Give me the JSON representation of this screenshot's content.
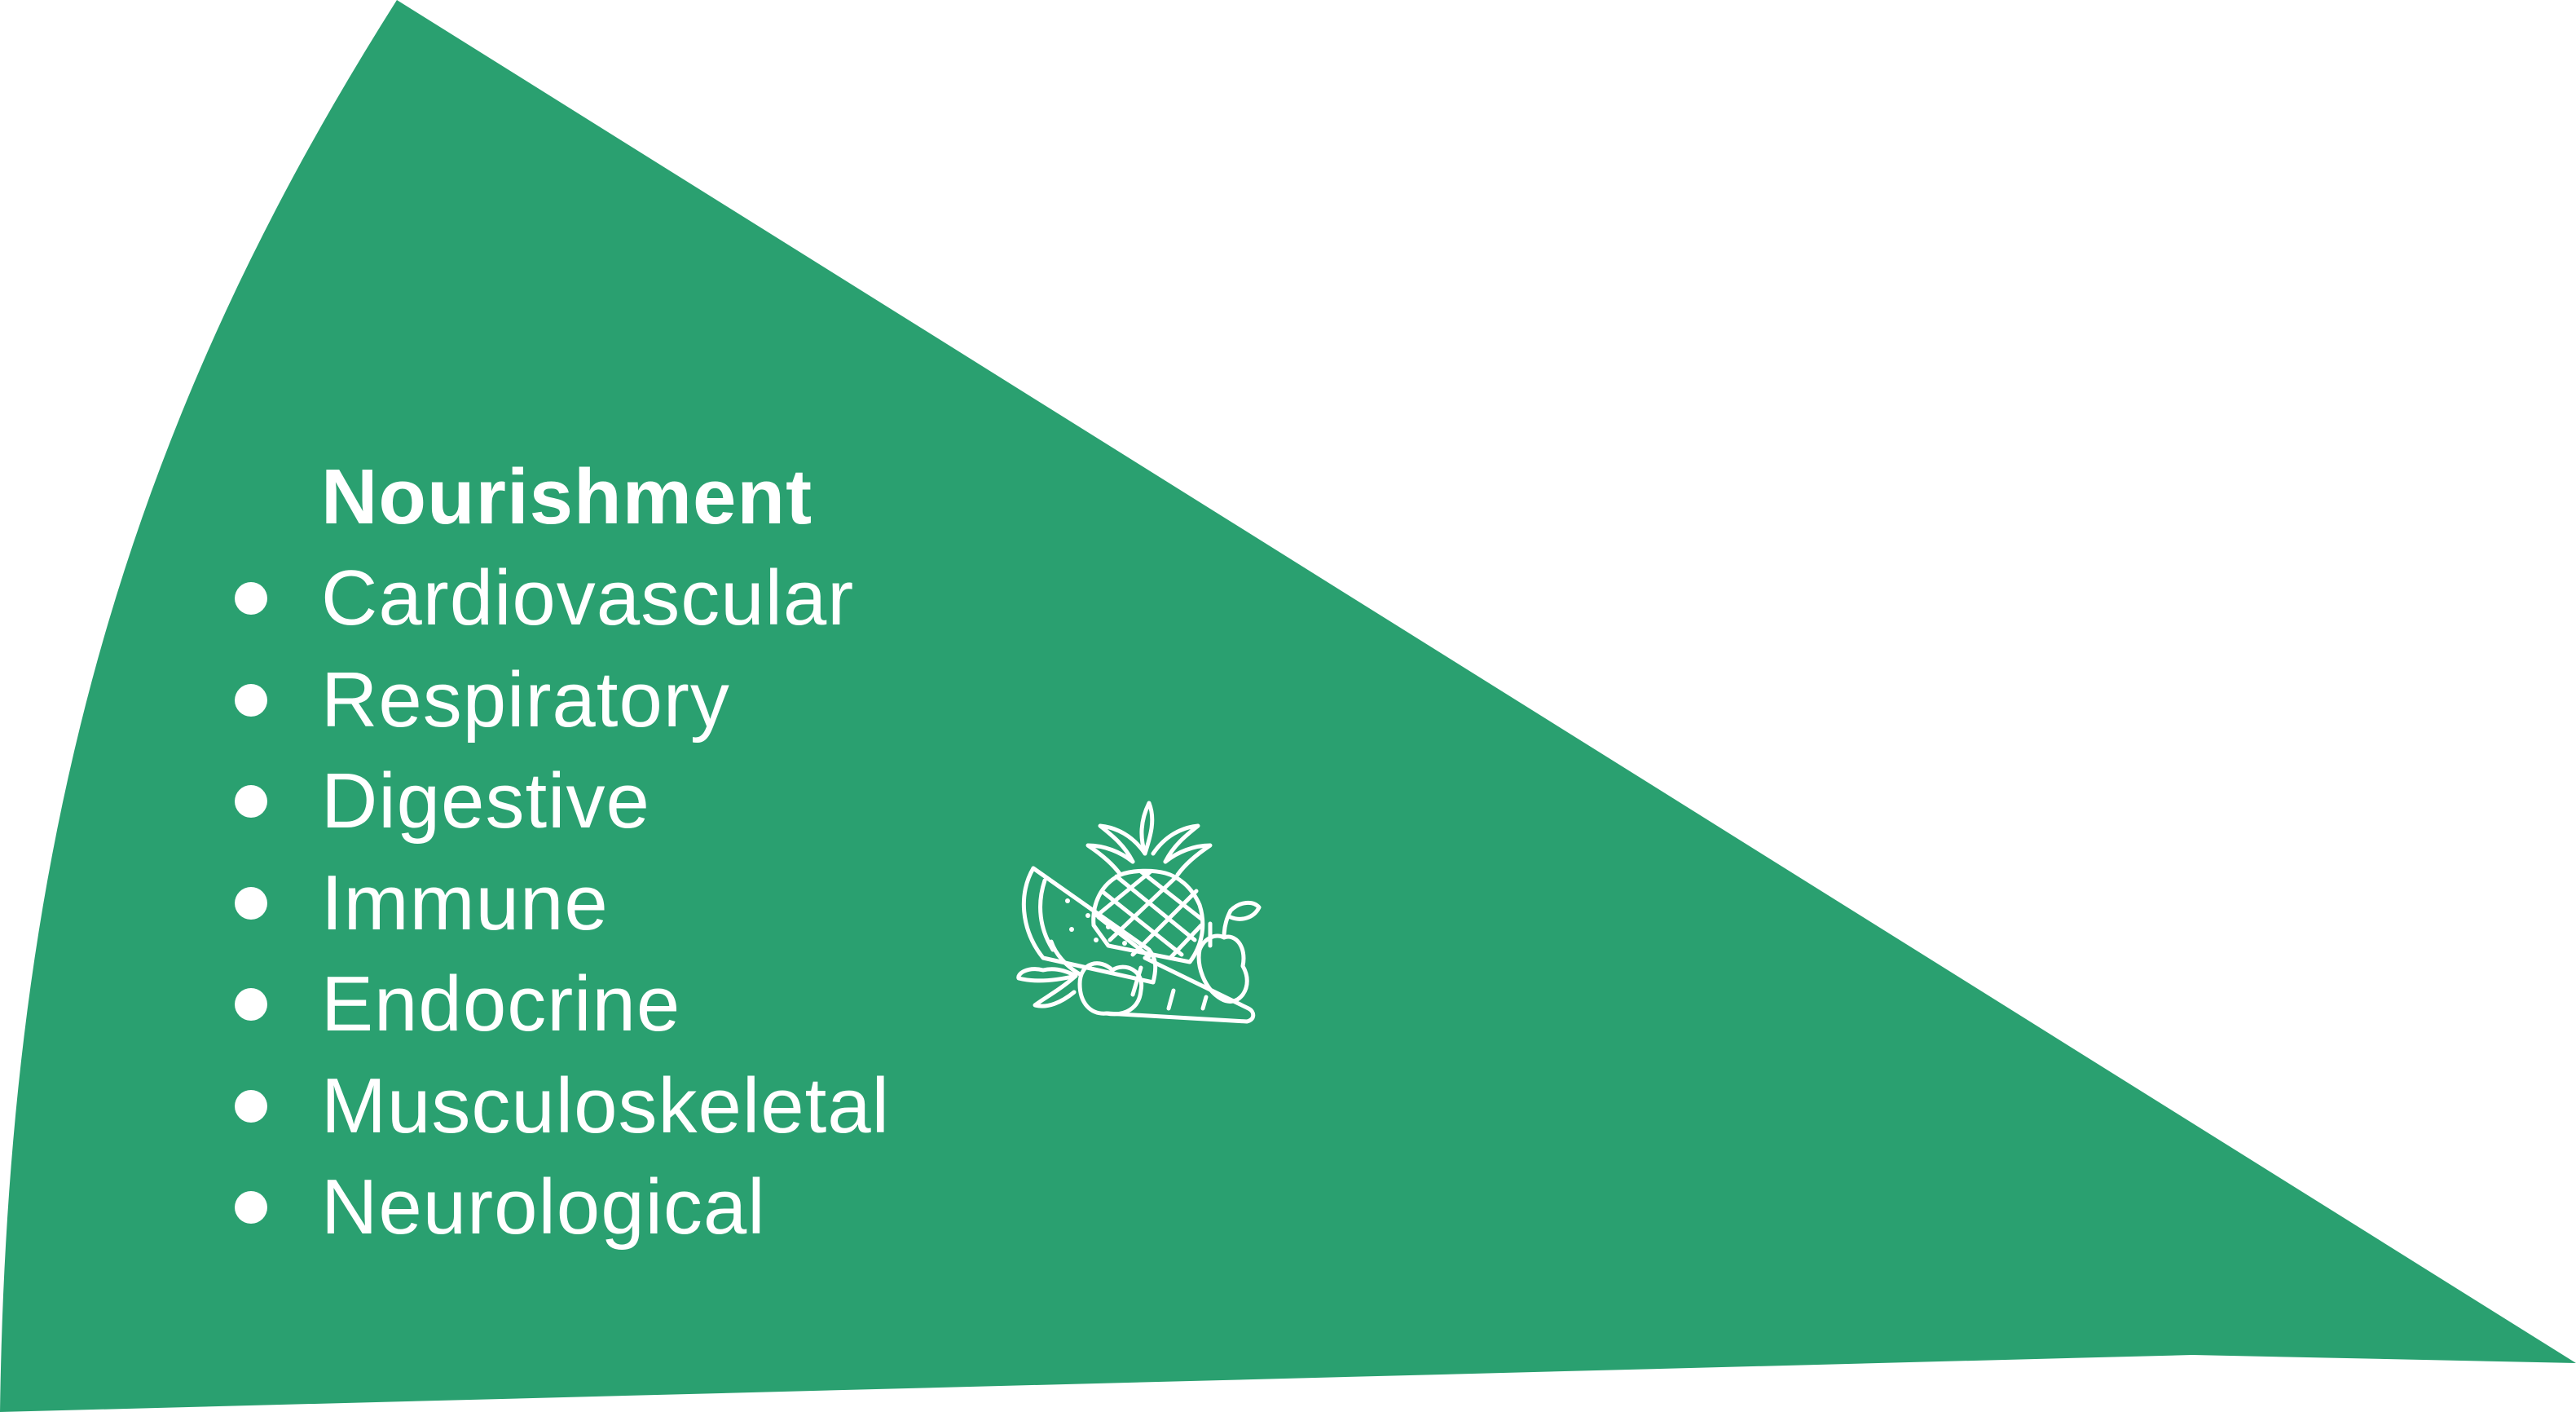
{
  "segment": {
    "color": "#2aa070",
    "title": "Nourishment",
    "items": [
      "Cardiovascular",
      "Respiratory",
      "Digestive",
      "Immune",
      "Endocrine",
      "Musculoskeletal",
      "Neurological"
    ],
    "icon": "fruits-vegetables-icon"
  }
}
